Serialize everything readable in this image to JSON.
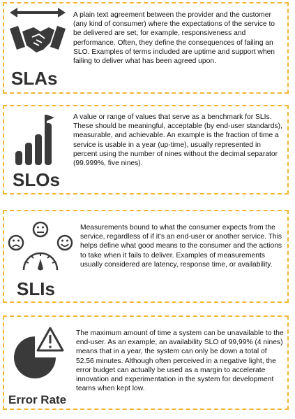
{
  "cards": [
    {
      "title": "SLAs",
      "icon": "handshake-icon",
      "text": "A plain text agreement between the provider and the customer (any kind of consumer) where the expectations of the service to be delivered are set, for example, responsiveness and performance. Often, they define the consequences of failing an SLO. Examples of terms included are uptime and support when failing to deliver what has been agreed upon."
    },
    {
      "title": "SLOs",
      "icon": "bar-chart-flag-icon",
      "text": "A value or range of values that serve as a benchmark for SLIs. These should be meaningful, acceptable (by end-user standards), measurable, and achievable. An example is the fraction of time a service is usable in a year (up-time), usually represented in percent using the number of nines without the decimal separator (99.999%, five nines)."
    },
    {
      "title": "SLIs",
      "icon": "satisfaction-gauge-icon",
      "text": "Measurements bound to what the consumer expects from the service, regardless of if it's an end-user or another service. This helps define what good means to the consumer and the actions to take when it fails to deliver. Examples of measurements usually considered are latency, response time, or availability."
    },
    {
      "title": "Error Rate",
      "icon": "pie-warning-icon",
      "text": "The maximum amount of time a system can be unavailable to the end-user. As an example, an availability SLO of 99,99% (4 nines) means that in a year, the system can only be down a total of 52.56 minutes. Although often perceived in a negative light, the error budget can actually be used as a margin to accelerate innovation and experimentation in the system for development teams when kept low."
    }
  ],
  "colors": {
    "border": "#f2b635",
    "icon": "#3a3a3a",
    "title": "#2f2f2f",
    "text": "#111111"
  }
}
